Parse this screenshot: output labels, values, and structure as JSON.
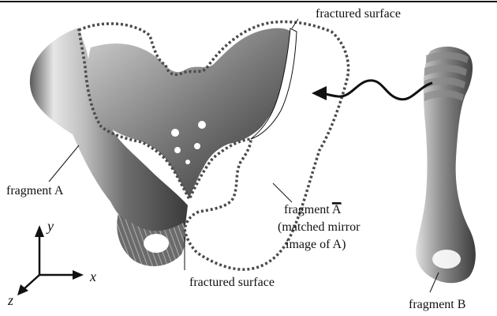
{
  "labels": {
    "fractured_top": "fractured surface",
    "fractured_bottom": "fractured surface",
    "fragment_a": "fragment A",
    "fragment_a_bar_prefix": "fragment ",
    "fragment_a_bar_letter": "A",
    "mirror_line1": "(matched mirror",
    "mirror_line2": "image of A)",
    "fragment_b": "fragment B"
  },
  "axes": {
    "x": "x",
    "y": "y",
    "z": "z"
  },
  "colors": {
    "ink": "#111111",
    "bone_dark": "#3a3a3a",
    "bone_light": "#d9d9d9",
    "dotted": "#4a4a4a"
  }
}
